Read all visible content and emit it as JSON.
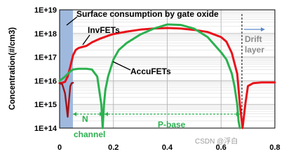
{
  "chart_data": {
    "type": "line",
    "ylabel": "Concentration(#/cm3)",
    "xlabel": "",
    "xlim": [
      0,
      0.8
    ],
    "ylim_log10": [
      14,
      19
    ],
    "y_scale": "log",
    "x_ticks": [
      "0",
      "0.2",
      "0.4",
      "0.6",
      "0.8"
    ],
    "y_ticks": [
      "1E+14",
      "1E+15",
      "1E+16",
      "1E+17",
      "1E+18",
      "1E+19"
    ],
    "grid": true,
    "series": [
      {
        "name": "InvFETs",
        "color": "#e8121a",
        "x": [
          0.0,
          0.01,
          0.02,
          0.03,
          0.04,
          0.05,
          0.06,
          0.07,
          0.08,
          0.1,
          0.12,
          0.15,
          0.18,
          0.2,
          0.25,
          0.3,
          0.35,
          0.4,
          0.45,
          0.5,
          0.55,
          0.6,
          0.62,
          0.64,
          0.66,
          0.67,
          0.68,
          0.69,
          0.7,
          0.72,
          0.75,
          0.8
        ],
        "y": [
          8000000000000000.0,
          8200000000000000.0,
          9000000000000000.0,
          1.5e+16,
          4e+16,
          1.2e+17,
          2e+17,
          2.4e+17,
          2.6e+17,
          3e+17,
          4.2e+17,
          6e+17,
          8e+17,
          9.5e+17,
          1.2e+18,
          1.45e+18,
          1.62e+18,
          1.7e+18,
          1.62e+18,
          1.42e+18,
          1.15e+18,
          7e+17,
          4.5e+17,
          1.5e+17,
          2e+16,
          1000000000000000.0,
          100000000000000.0,
          1000000000000000.0,
          6000000000000000.0,
          8000000000000000.0,
          8500000000000000.0,
          8500000000000000.0
        ]
      },
      {
        "name": "AccuFETs",
        "color": "#2bb14f",
        "x": [
          0.0,
          0.02,
          0.04,
          0.05,
          0.07,
          0.1,
          0.12,
          0.14,
          0.155,
          0.16,
          0.165,
          0.17,
          0.18,
          0.2,
          0.22,
          0.25,
          0.3,
          0.35,
          0.4,
          0.45,
          0.5,
          0.55,
          0.6,
          0.62,
          0.64,
          0.65,
          0.66,
          0.665,
          0.67
        ],
        "y": [
          1e+16,
          1.5e+16,
          2.5e+16,
          3e+16,
          3.2e+16,
          3.2e+16,
          3e+16,
          1.5e+16,
          1000000000000000.0,
          100000000000000.0,
          1000000000000000.0,
          4000000000000000.0,
          1.5e+16,
          8e+16,
          2e+17,
          4e+17,
          9e+17,
          1.6e+18,
          2.4e+18,
          2.3e+18,
          1.6e+18,
          7e+17,
          1.6e+17,
          8e+16,
          2e+16,
          6000000000000000.0,
          1000000000000000.0,
          200000000000000.0,
          100000000000000.0
        ]
      },
      {
        "name": "",
        "color": "#a01418",
        "x": [
          0.0,
          0.01,
          0.02,
          0.025,
          0.03,
          0.035,
          0.04,
          0.045,
          0.05
        ],
        "y": [
          8000000000000000.0,
          7000000000000000.0,
          3000000000000000.0,
          1000000000000000.0,
          300000000000000.0,
          1500000000000000.0,
          6000000000000000.0,
          8000000000000000.0,
          8200000000000000.0
        ]
      }
    ],
    "annotations": {
      "surface": "Surface consumption by gate oxide",
      "inv": "InvFETs",
      "accu": "AccuFETs",
      "drift1": "Drift",
      "drift2": "layer",
      "n": "N",
      "channel": "channel",
      "pbase": "P-base"
    },
    "watermark": "CSDN @浮白"
  }
}
